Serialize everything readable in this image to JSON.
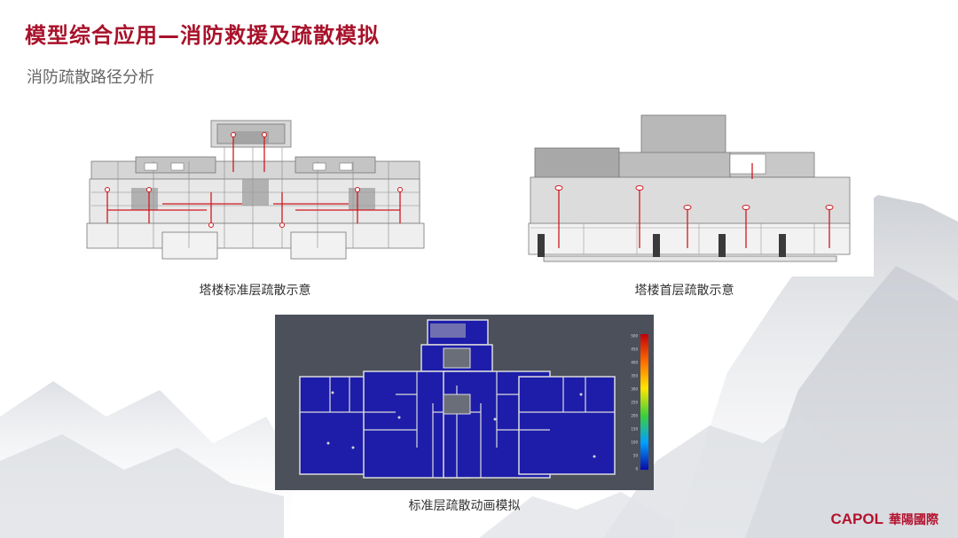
{
  "slide": {
    "title": "模型综合应用—消防救援及疏散模拟",
    "subtitle": "消防疏散路径分析"
  },
  "figures": [
    {
      "caption": "塔楼标准层疏散示意"
    },
    {
      "caption": "塔楼首层疏散示意"
    },
    {
      "caption": "标准层疏散动画模拟"
    }
  ],
  "legend": {
    "ticks": [
      "500",
      "450",
      "400",
      "350",
      "300",
      "250",
      "200",
      "150",
      "100",
      "50",
      "0"
    ]
  },
  "brand": {
    "latin": "CAPOL",
    "chinese": "華陽國際",
    "color": "#b3122e"
  },
  "colors": {
    "title": "#a8122a",
    "route": "#d0191f",
    "floor": "#1d1daa"
  }
}
